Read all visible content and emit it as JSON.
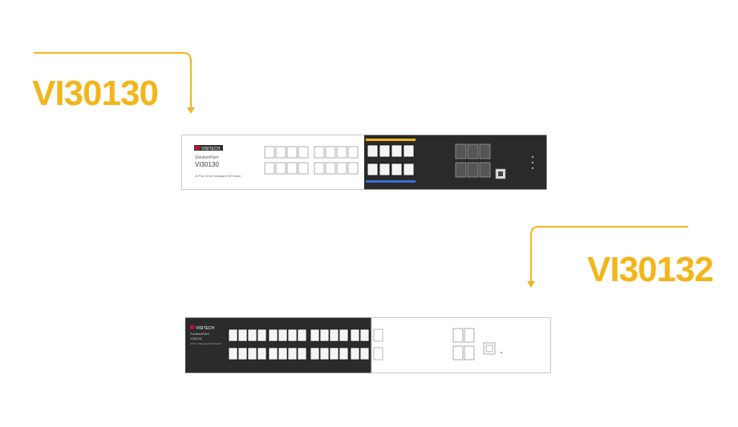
{
  "models": {
    "top": {
      "name": "VI30130",
      "brand": "VISITECH",
      "series": "SolutionPoint",
      "model": "VI30130",
      "description": "26 Port 10/100 Managed PoE Switch"
    },
    "bottom": {
      "name": "VI30132",
      "brand": "VISITECH",
      "series": "SolutionPoint",
      "model": "VI30132",
      "description": "28 Port Managed PoE Switch"
    }
  },
  "colors": {
    "accent": "#f2b51c",
    "dark_panel": "#2b2b2b",
    "light_panel": "#ffffff",
    "port_blue": "#3a6fd8"
  }
}
